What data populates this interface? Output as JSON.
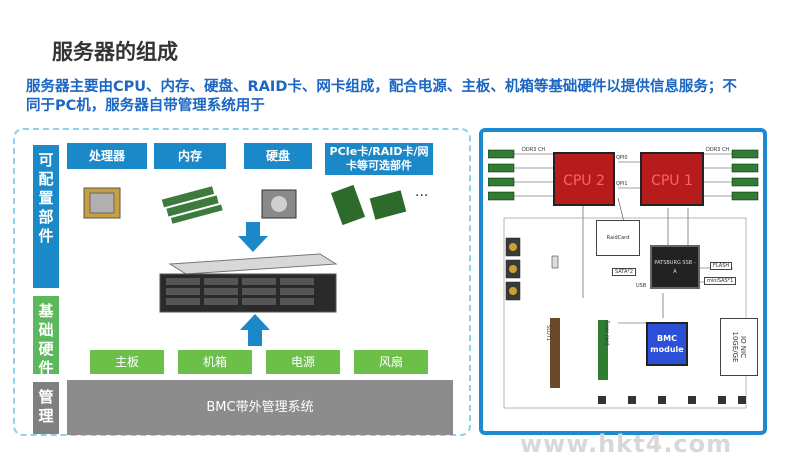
{
  "title": "服务器的组成",
  "subtitle": "服务器主要由CPU、内存、硬盘、RAID卡、网卡组成，配合电源、主板、机箱等基础硬件以提供信息服务；不同于PC机，服务器自带管理系统用于",
  "side_labels": {
    "configurable": "可配置部件",
    "base_hw": "基础硬件",
    "manage": "管理"
  },
  "config_parts": [
    "处理器",
    "内存",
    "硬盘",
    "PCIe卡/RAID卡/网卡等可选部件"
  ],
  "ellipsis": "···",
  "base_parts": [
    "主板",
    "机箱",
    "电源",
    "风扇"
  ],
  "bmc_label": "BMC带外管理系统",
  "block": {
    "cpu2": "CPU 2",
    "cpu1": "CPU 1",
    "qpi_top": "QPI0",
    "qpi_bottom": "QPI1",
    "ddr": "DDR3 CH",
    "raidcard": "RaidCard",
    "patsburg": "PATSBURG SSB - A",
    "sata": "SATA*2",
    "flash": "FLASH",
    "minisas": "miniSAS*1",
    "bmc": "BMC module",
    "nic": "IO NIC 10GE/GE",
    "slot": "SLOT1",
    "riser": "Riser card",
    "usb": "USB"
  },
  "watermark": "www.hkt4.com",
  "colors": {
    "blue": "#1b88c8",
    "green": "#6cc04a",
    "gray": "#8c8c8c",
    "title_blue": "#1a66c2",
    "cpu_red": "#b71c1c"
  }
}
